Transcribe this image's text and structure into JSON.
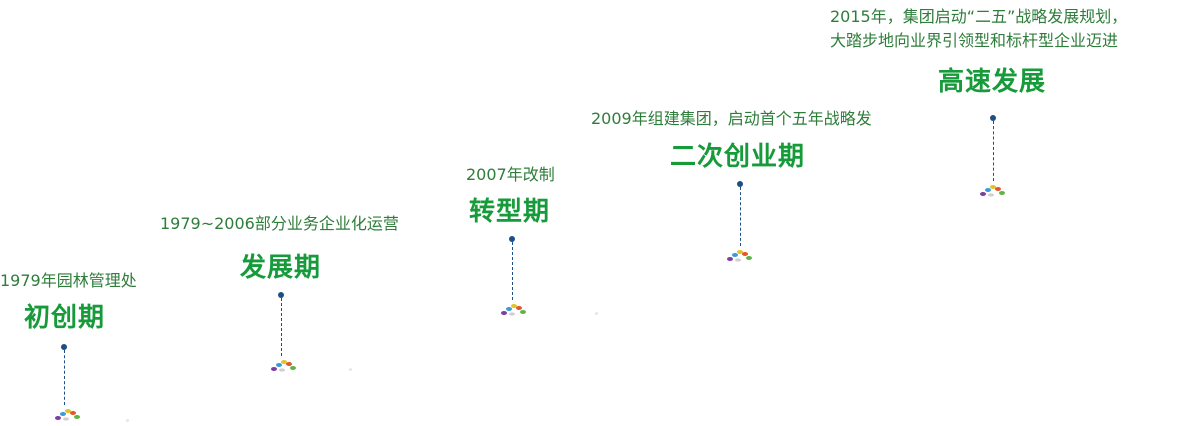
{
  "stages": [
    {
      "desc": "1979年园林管理处",
      "title": "初创期"
    },
    {
      "desc": "1979~2006部分业务企业化运营",
      "title": "发展期"
    },
    {
      "desc": "2007年改制",
      "title": "转型期"
    },
    {
      "desc": "2009年组建集团，启动首个五年战略发",
      "title": "二次创业期"
    },
    {
      "desc_line1": "2015年，集团启动“二五”战略发展规划，",
      "desc_line2": "大踏步地向业界引领型和标杆型企业迈进",
      "title": "高速发展"
    }
  ],
  "colors": {
    "title_green": "#169a3a",
    "desc_green": "#2e7d3a",
    "stem_blue": "#1c4f86"
  }
}
